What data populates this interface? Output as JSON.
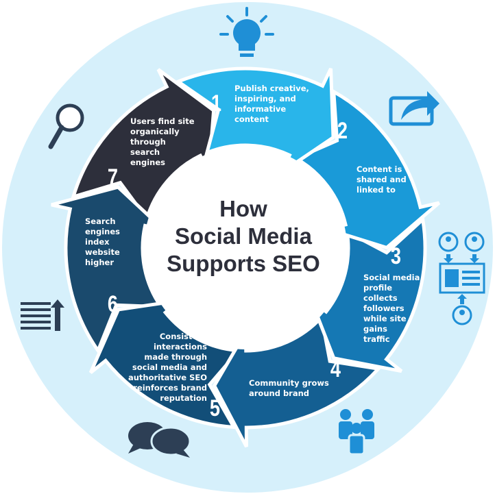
{
  "title": "How\nSocial Media\nSupports SEO",
  "colors": {
    "background_circle": "#d6f0fb",
    "icon": "#1f8fd6",
    "dark": "#2d2f3b"
  },
  "steps": [
    {
      "number": "1",
      "text": "Publish creative,\ninspiring, and\ninformative\ncontent",
      "color": "#29b5ea"
    },
    {
      "number": "2",
      "text": "Content is\nshared and\nlinked to",
      "color": "#1a9ad8"
    },
    {
      "number": "3",
      "text": "Social media\nprofile\ncollects\nfollowers\nwhile site\ngains\ntraffic",
      "color": "#1578b4"
    },
    {
      "number": "4",
      "text": "Community grows\naround brand",
      "color": "#145f92"
    },
    {
      "number": "5",
      "text": "Consistent\ninteractions\nmade through\nsocial media and\nauthoritative SEO\nreinforces brand\nreputation",
      "color": "#124e78"
    },
    {
      "number": "6",
      "text": "Search\nengines\nindex\nwebsite\nhigher",
      "color": "#1a4a6d"
    },
    {
      "number": "7",
      "text": "Users find site\norganically\nthrough\nsearch\nengines",
      "color": "#2d2f3b"
    }
  ],
  "icons": [
    "lightbulb-icon",
    "share-icon",
    "profile-network-icon",
    "group-icon",
    "chat-bubbles-icon",
    "ranking-list-icon",
    "magnifier-icon"
  ]
}
